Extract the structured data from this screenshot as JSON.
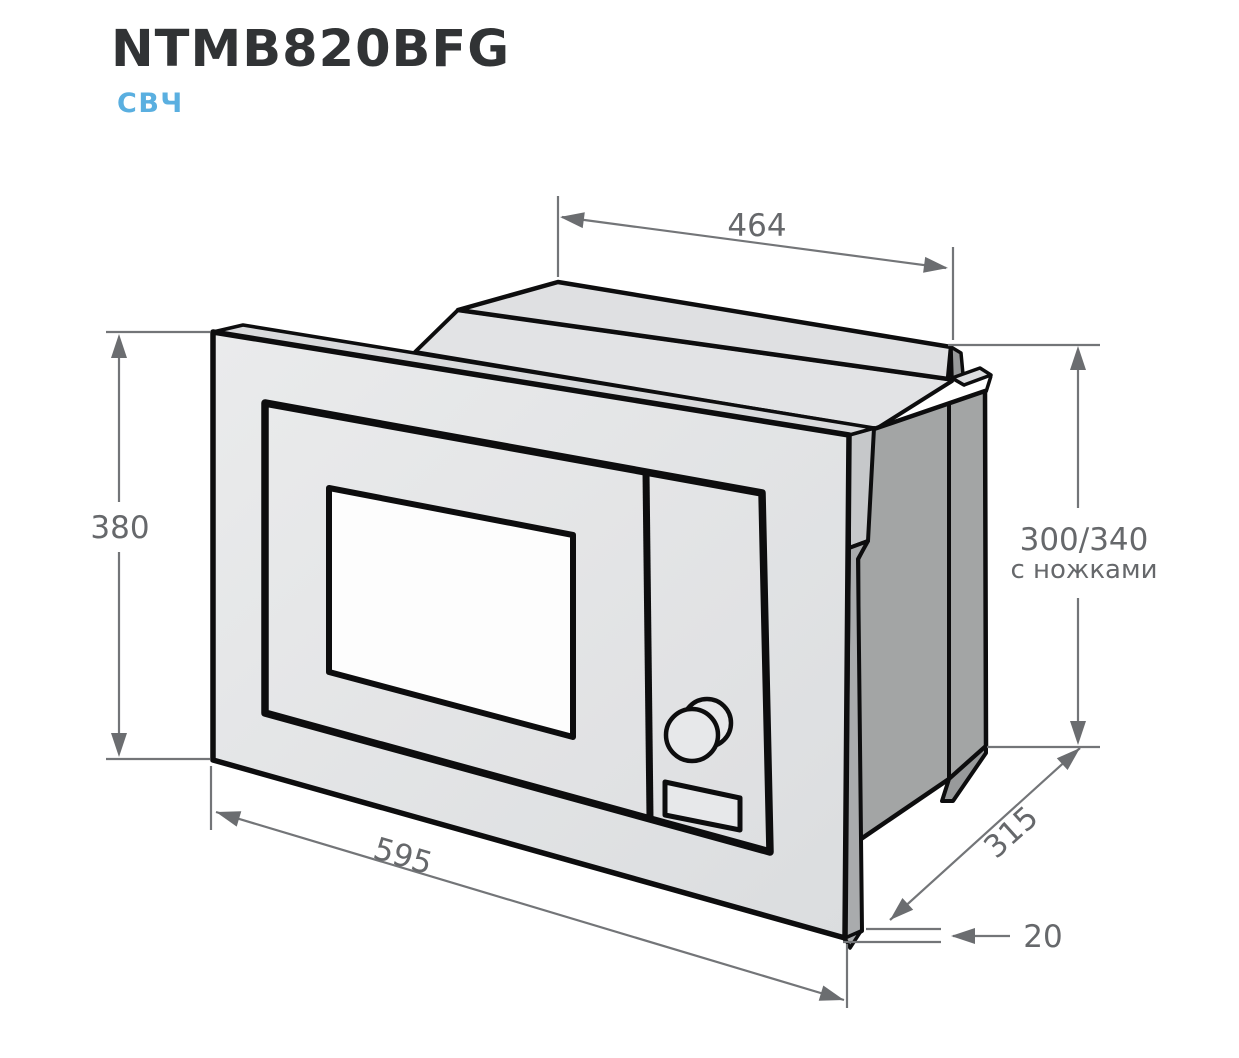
{
  "header": {
    "title": "NTMB820BFG",
    "subtitle": "СВЧ",
    "title_color": "#313335",
    "subtitle_color": "#5AAFE0"
  },
  "diagram": {
    "kind": "built-in microwave oven dimension drawing",
    "palette": {
      "outline": "#0D0D0E",
      "face_light": "#E3E4E6",
      "face_top": "#DFE0E2",
      "face_dark_side": "#A3A5A5",
      "face_dark_rear": "#989A9B",
      "window": "#FDFDFD",
      "dimension_lines": "#737578",
      "dimension_text": "#66686B"
    },
    "dimensions": {
      "front_width": {
        "label": "595"
      },
      "front_height": {
        "label": "380"
      },
      "body_width": {
        "label": "464"
      },
      "body_height": {
        "label": "300/340",
        "note": "с ножками"
      },
      "body_depth": {
        "label": "315"
      },
      "frame_gap": {
        "label": "20"
      }
    }
  }
}
